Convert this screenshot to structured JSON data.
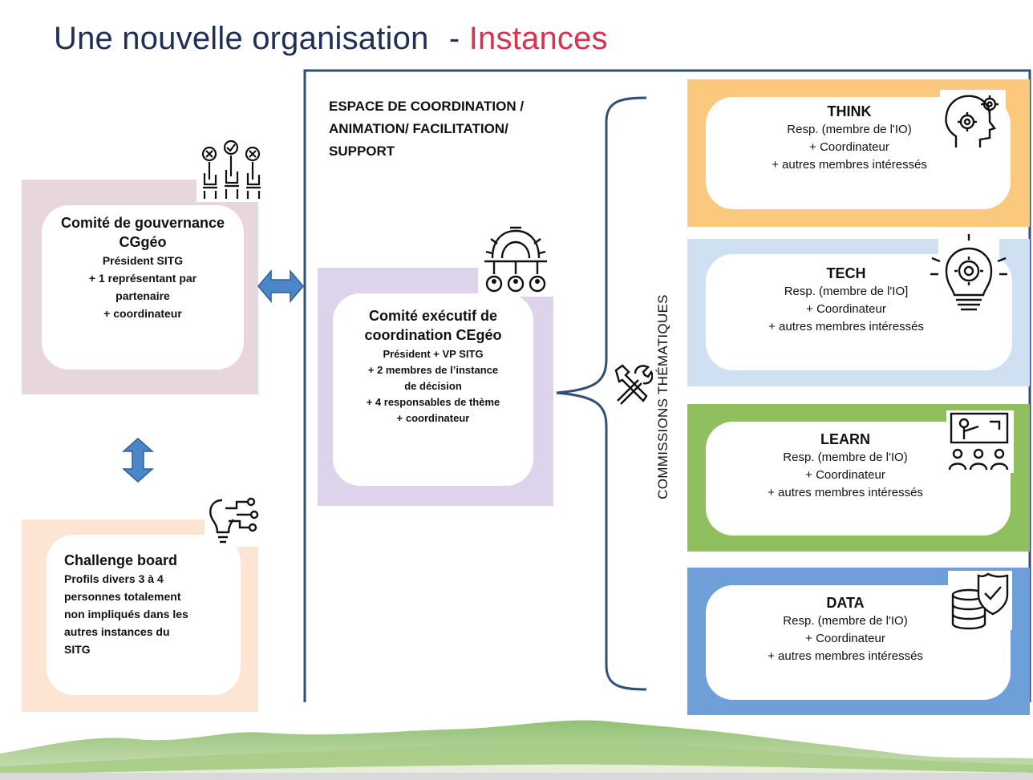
{
  "title": {
    "main": "Une nouvelle organisation",
    "separator": "-",
    "accent": "Instances"
  },
  "colors": {
    "title": "#1f2f55",
    "accent": "#d6334f",
    "frame": "#2f4f74",
    "governance": "#e8d6df",
    "challenge": "#fce6d3",
    "executive": "#ddd3ea",
    "think": "#fbc97d",
    "tech": "#cfe0f3",
    "learn": "#8fbf5f",
    "data": "#6e9fd8",
    "arrow": "#4a86c8"
  },
  "governance": {
    "title": "Comité de gouvernance CGgéo",
    "lines": [
      "Président SITG",
      "+ 1 représentant par",
      "partenaire",
      "+ coordinateur"
    ],
    "icon": "voting-hands-icon"
  },
  "challenge": {
    "title": "Challenge board",
    "lines": [
      "Profils divers 3 à 4",
      "personnes totalement",
      "non impliqués dans les",
      "autres instances du",
      "SITG"
    ],
    "icon": "bulb-network-icon"
  },
  "coordination": {
    "lines": [
      "ESPACE DE COORDINATION /",
      "ANIMATION/ FACILITATION/",
      "SUPPORT"
    ]
  },
  "executive": {
    "title": "Comité exécutif de coordination CEgéo",
    "lines": [
      "Président + VP SITG",
      "+ 2 membres de l’instance",
      "de décision",
      "+ 4 responsables de thème",
      "+ coordinateur"
    ],
    "icon": "gear-team-icon"
  },
  "commissions": {
    "label": "COMMISSIONS THÉMATIQUES",
    "icon": "tools-icon"
  },
  "themes": [
    {
      "key": "think",
      "title": "THINK",
      "resp": "Resp. (membre de l'IO)",
      "coord": "+ Coordinateur",
      "others": "+ autres membres intéressés",
      "icon": "head-gears-icon"
    },
    {
      "key": "tech",
      "title": "TECH",
      "resp": "Resp. (membre de l'IO]",
      "coord": "+ Coordinateur",
      "others": "+ autres membres intéressés",
      "icon": "lightbulb-gear-icon"
    },
    {
      "key": "learn",
      "title": "LEARN",
      "resp": "Resp. (membre de l'IO)",
      "coord": "+ Coordinateur",
      "others": "+ autres membres intéressés",
      "icon": "classroom-icon"
    },
    {
      "key": "data",
      "title": "DATA",
      "resp": "Resp. (membre de l'IO)",
      "coord": "+ Coordinateur",
      "others": "+ autres membres intéressés",
      "icon": "database-shield-icon"
    }
  ]
}
